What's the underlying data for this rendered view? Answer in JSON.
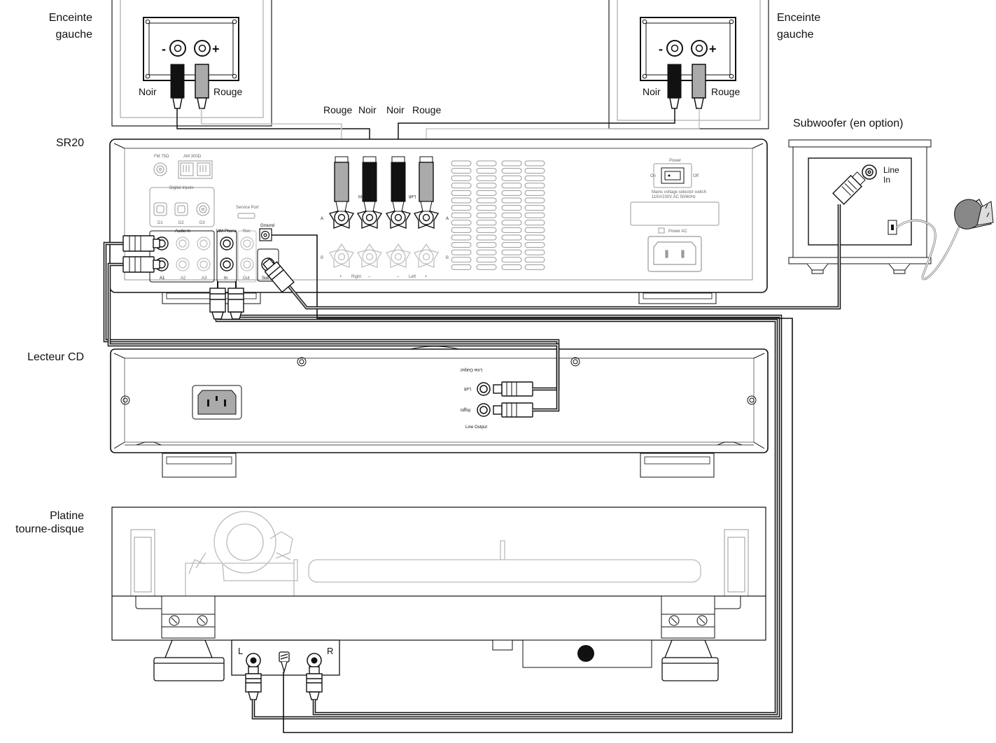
{
  "labels": {
    "left_speaker_line1": "Enceinte",
    "left_speaker_line2": "gauche",
    "right_speaker_line1": "Enceinte",
    "right_speaker_line2": "gauche",
    "sr20": "SR20",
    "subwoofer": "Subwoofer (en option)",
    "cd_player": "Lecteur CD",
    "turntable_line1": "Platine",
    "turntable_line2": "tourne-disque"
  },
  "speaker_left": {
    "black": "Noir",
    "red": "Rouge",
    "minus": "-",
    "plus": "+"
  },
  "speaker_right": {
    "black": "Noir",
    "red": "Rouge",
    "minus": "-",
    "plus": "+"
  },
  "cable_labels": {
    "c1": "Rouge",
    "c2": "Noir",
    "c3": "Noir",
    "c4": "Rouge"
  },
  "sr20_panel": {
    "fm": "FM 75Ω",
    "am": "AM 300Ω",
    "digital_inputs": "Digital Inputs",
    "d1": "D1",
    "d2": "D2",
    "d3": "D3",
    "service_port": "Service Port",
    "audio_in": "Audio In",
    "a1": "A1",
    "a2": "A2",
    "a3": "A3",
    "mm_phono": "MM Phono",
    "rec": "Rec",
    "phono_in": "In",
    "rec_out": "Out",
    "ground": "Ground",
    "sub": "Sub",
    "right": "Right",
    "left": "Left",
    "a": "A",
    "b": "B",
    "plus": "+",
    "minus": "–",
    "power": "Power",
    "on": "On",
    "off": "Off",
    "power_ac": "Power AC",
    "mains_text1": "Mains voltage selector switch",
    "mains_text2": "115V/230V AC 50/60Hz"
  },
  "cd_panel": {
    "line_output_top": "Line Output",
    "line_output_bottom": "Line Output",
    "left": "Left",
    "right": "Right"
  },
  "subwoofer_panel": {
    "line": "Line",
    "in": "In"
  },
  "turntable_panel": {
    "l": "L",
    "r": "R"
  }
}
